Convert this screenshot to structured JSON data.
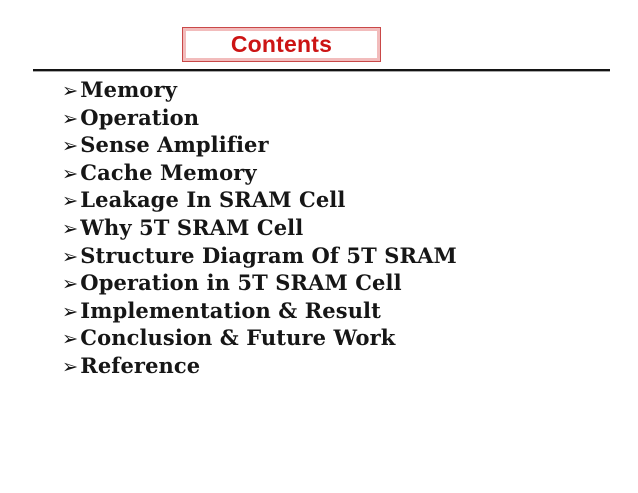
{
  "slide": {
    "title": "Contents",
    "title_color": "#cc1414",
    "box_border_outer_color": "#c94848",
    "box_border_inner_color": "#f2bcbc",
    "rule_color": "#141414",
    "background_color": "#ffffff",
    "text_color": "#161616"
  },
  "contents": {
    "bullet_glyph": "➢",
    "items": [
      "Memory",
      "Operation",
      "Sense Amplifier",
      "Cache Memory",
      "Leakage In SRAM Cell",
      "Why 5T SRAM Cell",
      "Structure Diagram Of 5T SRAM",
      "Operation in 5T SRAM Cell",
      "Implementation & Result",
      "Conclusion & Future Work",
      "Reference"
    ]
  }
}
